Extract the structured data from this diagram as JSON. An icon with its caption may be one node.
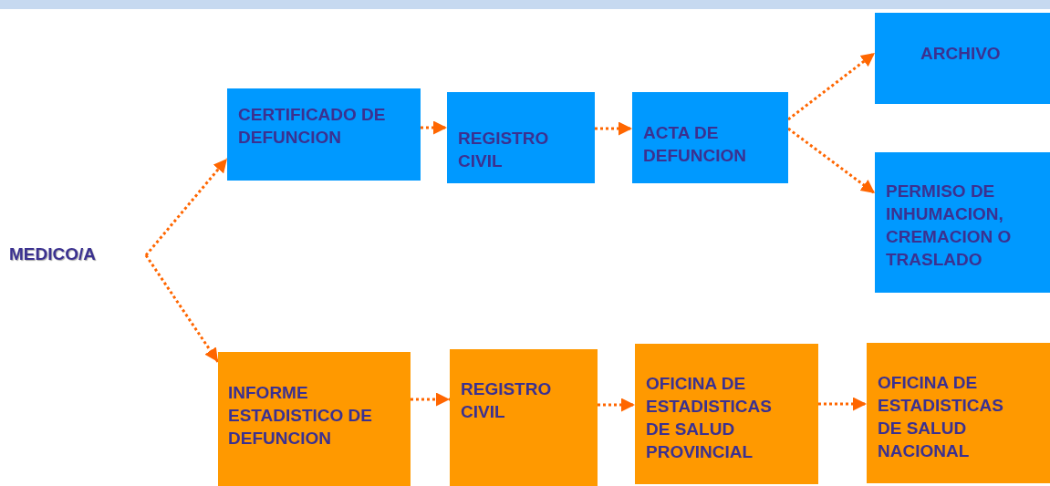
{
  "diagram": {
    "nodes": [
      {
        "text": [
          "MEDICO/A"
        ]
      },
      {
        "text": [
          "CERTIFICADO DE DEFUNCION"
        ]
      },
      {
        "text": [
          "REGISTRO CIVIL"
        ]
      },
      {
        "text": [
          "ACTA DE DEFUNCION"
        ]
      },
      {
        "text": [
          "ARCHIVO"
        ]
      },
      {
        "text": [
          "PERMISO DE INHUMACION, CREMACION O TRASLADO"
        ]
      },
      {
        "text": [
          "INFORME ESTADISTICO DE DEFUNCION"
        ]
      },
      {
        "text": [
          "REGISTRO CIVIL"
        ]
      },
      {
        "text": [
          "OFICINA DE ESTADISTICAS DE SALUD PROVINCIAL"
        ]
      },
      {
        "text": [
          "OFICINA DE ESTADISTICAS DE SALUD NACIONAL"
        ]
      }
    ],
    "edges": [
      {
        "from": 0,
        "to": 1,
        "arrow": "to",
        "style": "dashed"
      },
      {
        "from": 0,
        "to": 6,
        "arrow": "to",
        "style": "dashed"
      },
      {
        "from": 1,
        "to": 2,
        "arrow": "to",
        "style": "dashed"
      },
      {
        "from": 2,
        "to": 3,
        "arrow": "to",
        "style": "dashed"
      },
      {
        "from": 3,
        "to": 4,
        "arrow": "to",
        "style": "dashed"
      },
      {
        "from": 3,
        "to": 5,
        "arrow": "to",
        "style": "dashed"
      },
      {
        "from": 6,
        "to": 7,
        "arrow": "to",
        "style": "dashed"
      },
      {
        "from": 7,
        "to": 8,
        "arrow": "to",
        "style": "dashed"
      },
      {
        "from": 8,
        "to": 9,
        "arrow": "to",
        "style": "dashed"
      }
    ]
  }
}
